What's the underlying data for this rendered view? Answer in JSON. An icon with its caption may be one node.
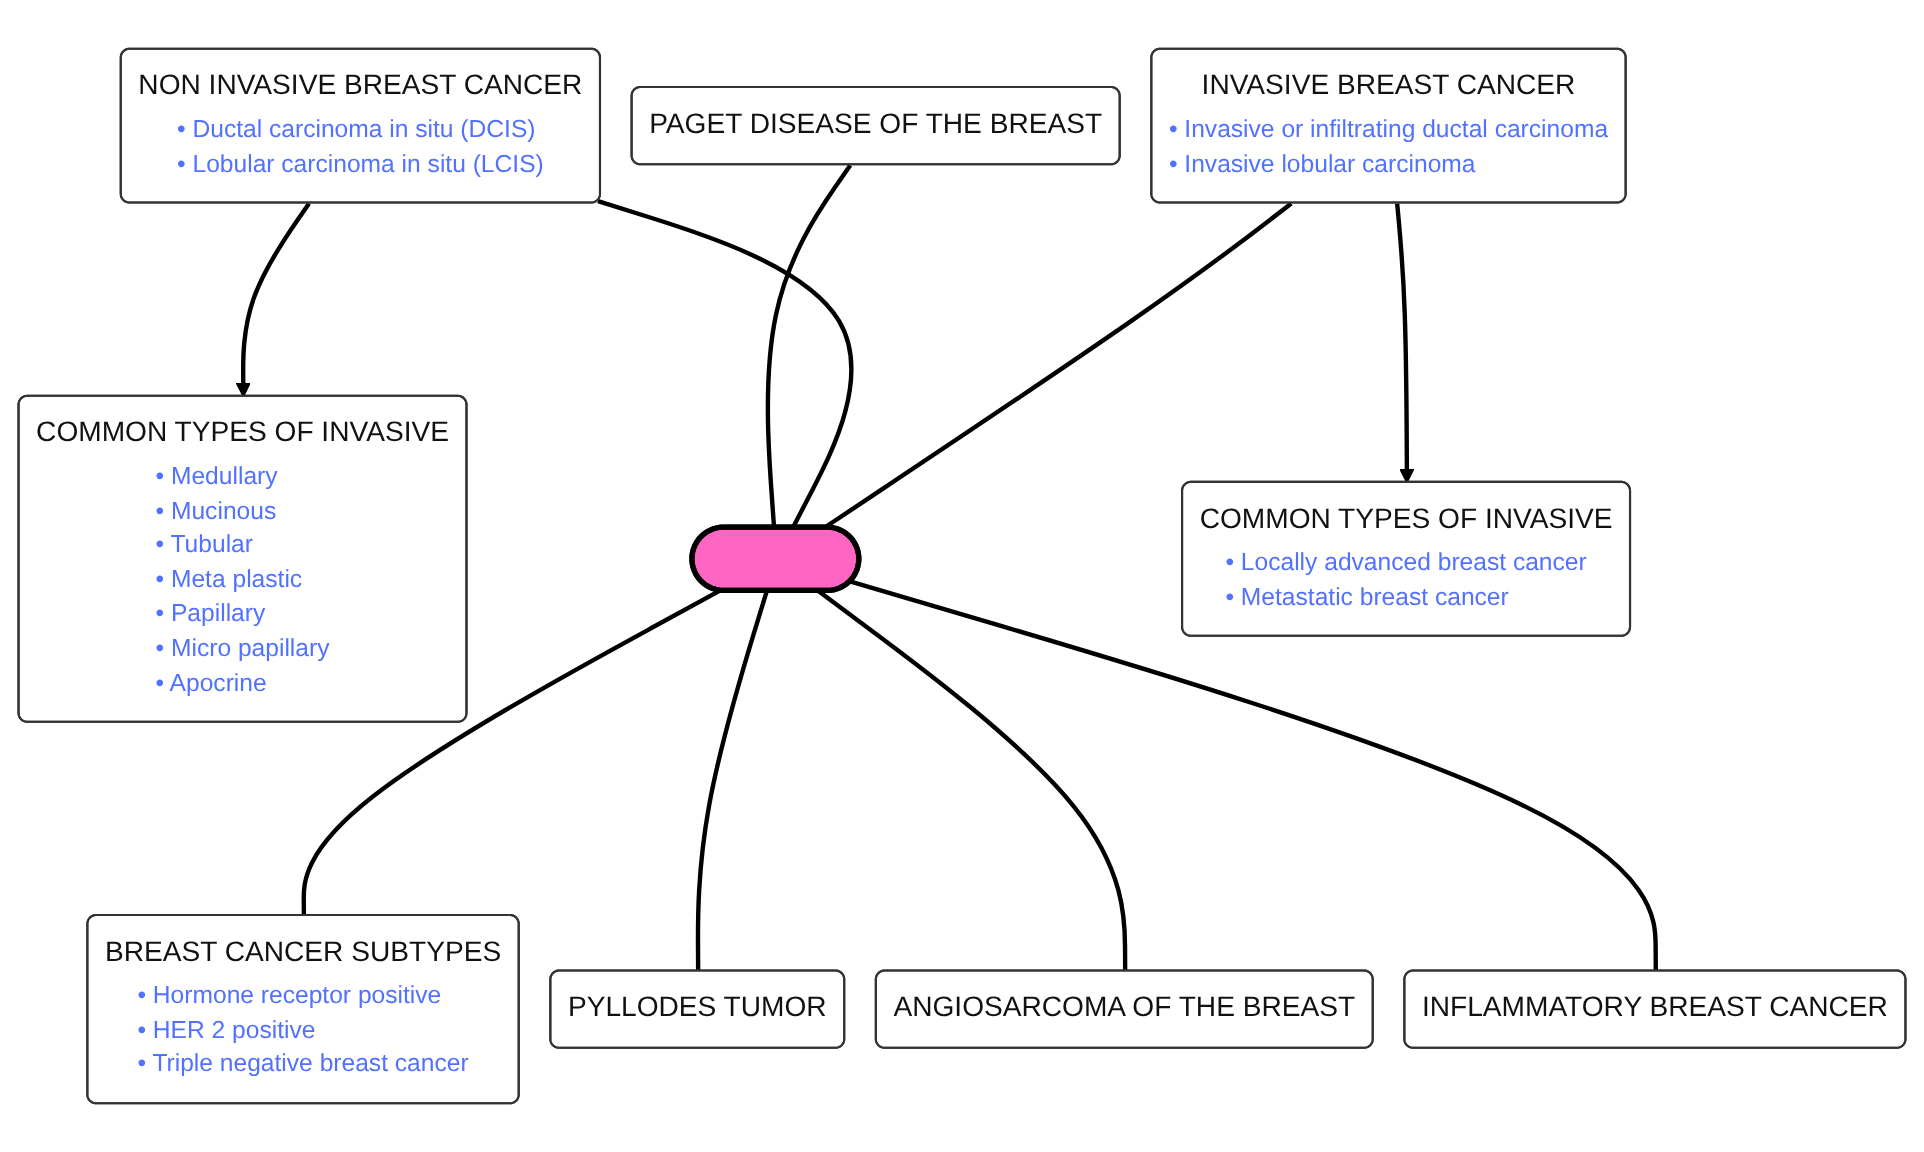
{
  "diagram": {
    "nodes": [
      {
        "text": [
          "PAGET DISEASE OF THE BREAST"
        ]
      },
      {
        "text": [
          "NON INVASIVE BREAST CANCER",
          "• Ductal carcinoma in situ (DCIS)",
          "• Lobular carcinoma in situ (LCIS)"
        ]
      },
      {
        "text": [
          "INVASIVE BREAST CANCER",
          "• Invasive or infiltrating ductal carcinoma",
          "• Invasive lobular carcinoma"
        ]
      },
      {
        "text": [
          "COMMON TYPES OF INVASIVE",
          "• Medullary",
          "• Mucinous",
          "• Tubular",
          "• Meta plastic",
          "• Papillary",
          "• Micro papillary",
          "• Apocrine"
        ]
      },
      {
        "text": [
          "COMMON TYPES OF INVASIVE",
          "• Locally advanced breast cancer",
          "• Metastatic breast cancer"
        ]
      },
      {
        "text": [],
        "shape": "ellipse"
      },
      {
        "text": [
          "INFLAMMATORY BREAST CANCER"
        ]
      },
      {
        "text": [
          "BREAST CANCER SUBTYPES",
          "• Hormone receptor positive",
          "• HER 2 positive",
          "• Triple negative breast cancer"
        ]
      },
      {
        "text": [
          "ANGIOSARCOMA OF THE BREAST"
        ]
      },
      {
        "text": [
          "PYLLODES TUMOR"
        ]
      }
    ],
    "edges": [
      {
        "from": 0,
        "to": 5,
        "arrow": "none"
      },
      {
        "from": 1,
        "to": 5,
        "arrow": "none"
      },
      {
        "from": 2,
        "to": 5,
        "arrow": "none"
      },
      {
        "from": 1,
        "to": 3,
        "arrow": "to"
      },
      {
        "from": 2,
        "to": 4,
        "arrow": "to"
      },
      {
        "from": 5,
        "to": 7,
        "arrow": "none"
      },
      {
        "from": 5,
        "to": 9,
        "arrow": "none"
      },
      {
        "from": 5,
        "to": 8,
        "arrow": "none"
      },
      {
        "from": 5,
        "to": 6,
        "arrow": "none"
      }
    ]
  }
}
